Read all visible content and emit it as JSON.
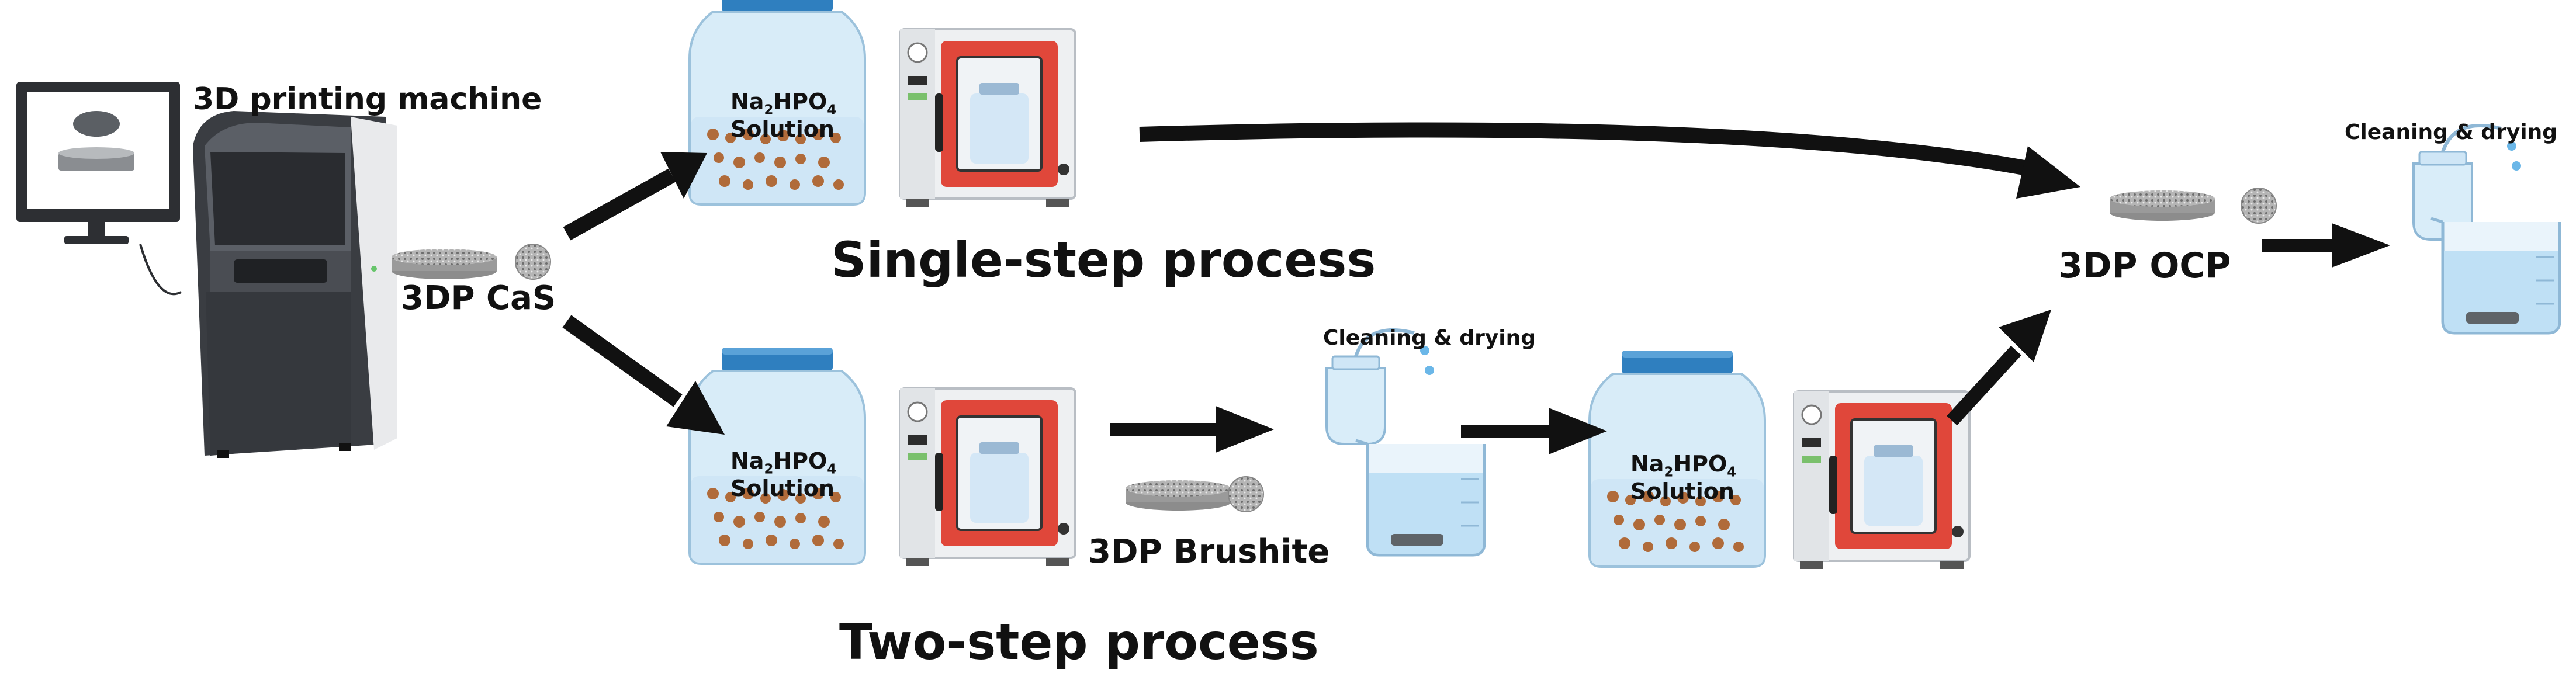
{
  "labels": {
    "machine": "3D printing machine",
    "cas": "3DP CaS",
    "single_step": "Single-step process",
    "two_step": "Two-step process",
    "brushite": "3DP Brushite",
    "ocp": "3DP OCP",
    "cleaning_mid": "Cleaning & drying",
    "cleaning_right": "Cleaning & drying"
  },
  "bottle": {
    "formula_main": "Na",
    "formula_sub1": "2",
    "formula_mid": "HPO",
    "formula_sub2": "4",
    "solution": "Solution"
  },
  "colors": {
    "arrow": "#111111",
    "oven_door": "#e0473a",
    "oven_body": "#eef0f2",
    "bottle_cap": "#2f7fbf",
    "bottle_body": "#d8ecf8",
    "water": "#bfe0f5",
    "machine": "#3a3d42"
  },
  "icons": [
    "printer-icon",
    "monitor-icon",
    "scaffold-icon",
    "bottle-icon",
    "oven-icon",
    "wash-bottle-icon",
    "beaker-icon"
  ]
}
